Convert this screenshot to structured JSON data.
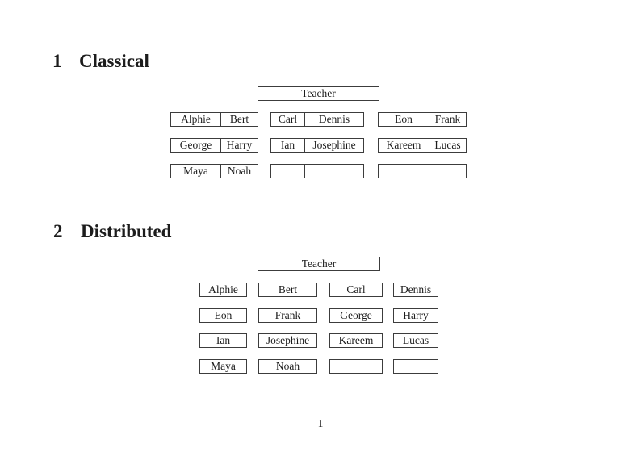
{
  "document": {
    "page_number": "1",
    "colors": {
      "background": "#ffffff",
      "text": "#1c1c1c",
      "border": "#3c3c3c"
    }
  },
  "classical": {
    "number": "1",
    "title": "Classical",
    "teacher": "Teacher",
    "desks": [
      {
        "left": "Alphie",
        "right": "Bert"
      },
      {
        "left": "Carl",
        "right": "Dennis"
      },
      {
        "left": "Eon",
        "right": "Frank"
      },
      {
        "left": "George",
        "right": "Harry"
      },
      {
        "left": "Ian",
        "right": "Josephine"
      },
      {
        "left": "Kareem",
        "right": "Lucas"
      },
      {
        "left": "Maya",
        "right": "Noah"
      },
      {
        "left": "",
        "right": ""
      },
      {
        "left": "",
        "right": ""
      }
    ]
  },
  "distributed": {
    "number": "2",
    "title": "Distributed",
    "teacher": "Teacher",
    "desks": [
      "Alphie",
      "Bert",
      "Carl",
      "Dennis",
      "Eon",
      "Frank",
      "George",
      "Harry",
      "Ian",
      "Josephine",
      "Kareem",
      "Lucas",
      "Maya",
      "Noah",
      "",
      ""
    ]
  }
}
